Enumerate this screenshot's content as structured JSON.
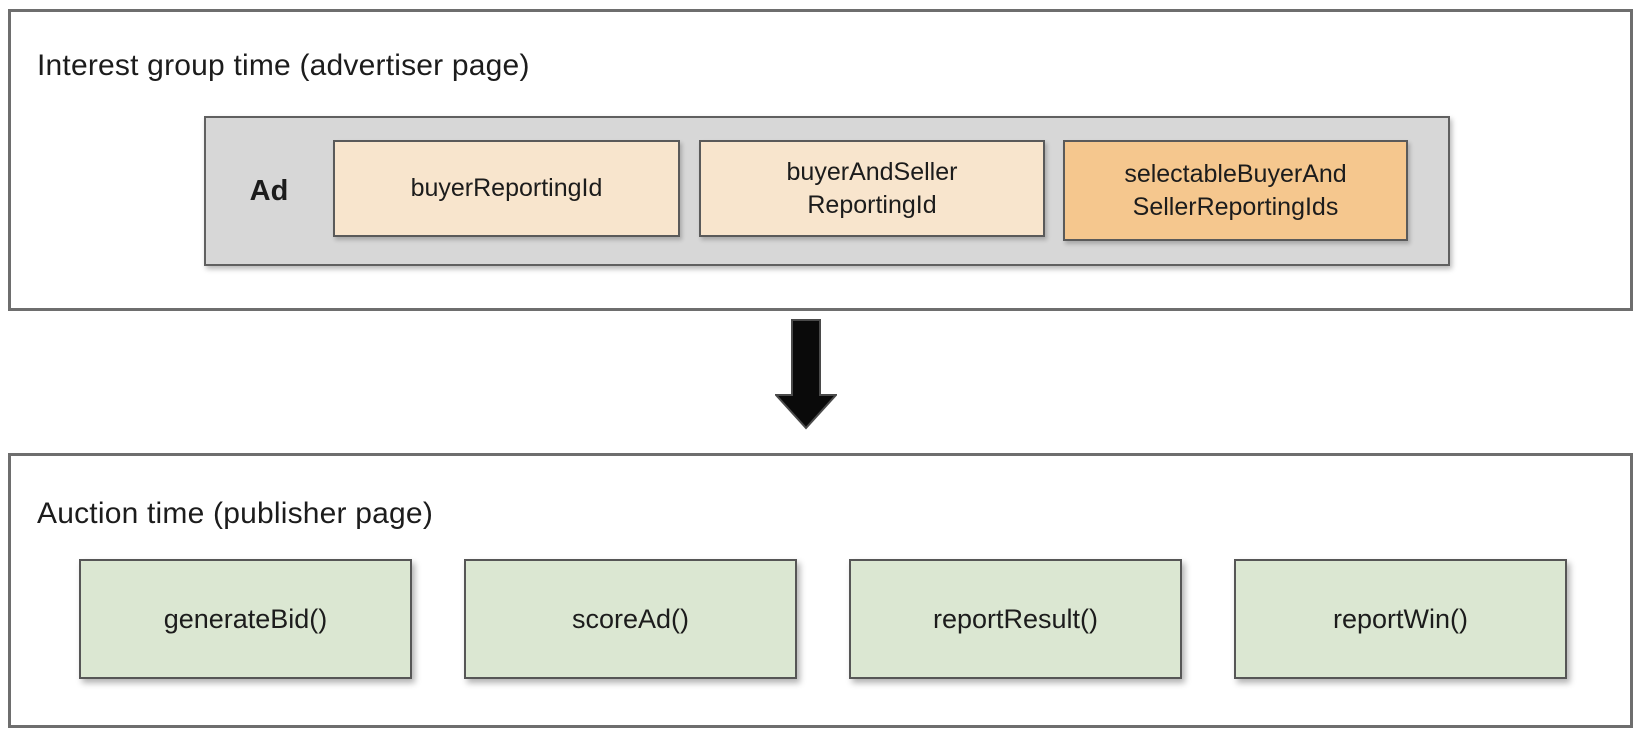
{
  "diagram": {
    "top_panel": {
      "title": "Interest group time (advertiser page)",
      "ad_group": {
        "label": "Ad",
        "id_boxes": [
          {
            "label": "buyerReportingId",
            "variant": "peach"
          },
          {
            "label": "buyerAndSeller\nReportingId",
            "variant": "peach"
          },
          {
            "label": "selectableBuyerAnd\nSellerReportingIds",
            "variant": "orange"
          }
        ]
      }
    },
    "arrow": {
      "name": "down-arrow"
    },
    "bottom_panel": {
      "title": "Auction time (publisher page)",
      "function_boxes": [
        {
          "label": "generateBid()"
        },
        {
          "label": "scoreAd()"
        },
        {
          "label": "reportResult()"
        },
        {
          "label": "reportWin()"
        }
      ]
    },
    "colors": {
      "panel_border": "#6e6e6e",
      "ad_container_fill": "#d7d7d7",
      "id_box_fill_light": "#f8e5cd",
      "id_box_fill_orange": "#f5c78e",
      "function_box_fill": "#dbe7d2",
      "box_border": "#5a5a5a",
      "arrow_fill": "#0a0a0a",
      "text": "#1c1c1c"
    }
  }
}
